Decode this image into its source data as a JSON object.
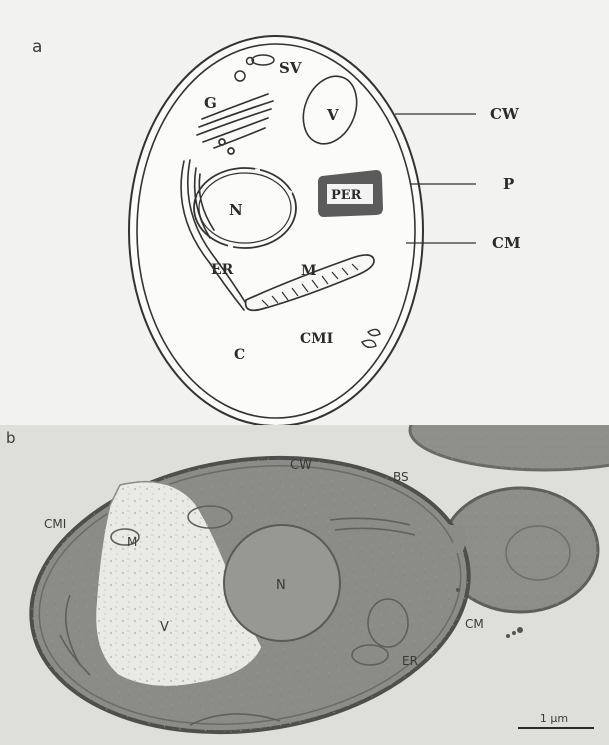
{
  "panel_a": {
    "panel_label": "a",
    "labels": {
      "sv": "SV",
      "g": "G",
      "v": "V",
      "cw": "CW",
      "per": "PER",
      "p": "P",
      "n": "N",
      "cm": "CM",
      "er": "ER",
      "m": "M",
      "cmi": "CMI",
      "c": "C"
    }
  },
  "panel_b": {
    "panel_label": "b",
    "labels": {
      "cw": "CW",
      "bs": "BS",
      "cmi": "CMI",
      "m": "M",
      "n": "N",
      "v": "V",
      "cm": "CM",
      "er": "ER"
    },
    "scale_bar": "1 µm"
  }
}
